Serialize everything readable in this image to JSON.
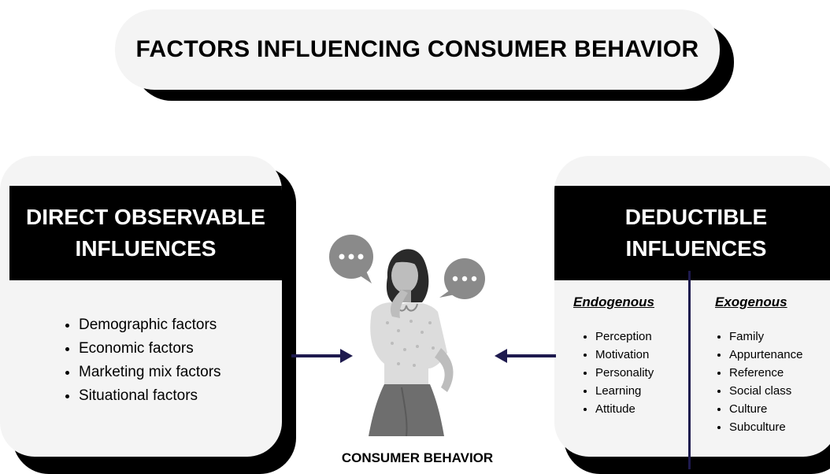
{
  "title": "FACTORS INFLUENCING CONSUMER BEHAVIOR",
  "left_panel": {
    "heading_line1": "DIRECT OBSERVABLE",
    "heading_line2": "INFLUENCES",
    "items": [
      "Demographic factors",
      "Economic factors",
      "Marketing mix factors",
      "Situational factors"
    ]
  },
  "right_panel": {
    "heading_line1": "DEDUCTIBLE",
    "heading_line2": "INFLUENCES",
    "endogenous": {
      "title": "Endogenous",
      "items": [
        "Perception",
        "Motivation",
        "Personality",
        "Learning",
        "Attitude"
      ]
    },
    "exogenous": {
      "title": "Exogenous",
      "items": [
        "Family",
        "Appurtenance",
        "Reference",
        "Social class",
        "Culture",
        "Subculture"
      ]
    }
  },
  "center": {
    "label": "CONSUMER BEHAVIOR"
  },
  "colors": {
    "arrow": "#1e1a4e",
    "card": "#f4f4f4",
    "shadow": "#000000"
  }
}
